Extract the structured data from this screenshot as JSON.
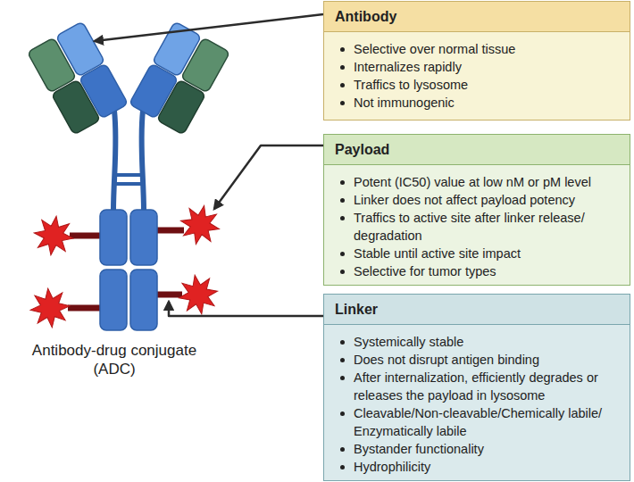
{
  "diagram": {
    "caption": "Antibody-drug conjugate (ADC)",
    "nodes": [
      {
        "text": [
          "Antibody",
          "Selective over normal tissue",
          "Internalizes rapidly",
          "Traffics to lysosome",
          "Not immunogenic"
        ]
      },
      {
        "text": [
          "Payload",
          "Potent (IC50) value at low nM or pM level",
          "Linker does not affect payload potency",
          "Traffics to active site after linker release/ degradation",
          "Stable until active site impact",
          "Selective for tumor types"
        ]
      },
      {
        "text": [
          "Linker",
          "Systemically stable",
          "Does not disrupt antigen binding",
          "After internalization, efficiently degrades or releases the payload in lysosome",
          "Cleavable/Non-cleavable/Chemically labile/ Enzymatically labile",
          "Bystander functionality",
          "Hydrophilicity"
        ]
      }
    ]
  }
}
